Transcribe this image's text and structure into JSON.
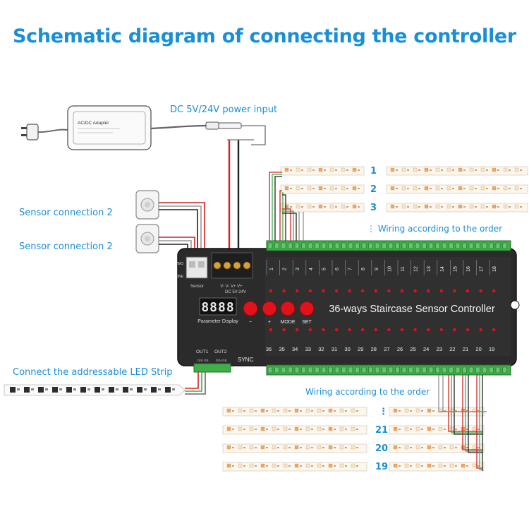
{
  "title": "Schematic diagram of connecting the controller",
  "adapter": {
    "label": "AC/DC Adapter"
  },
  "power_input_label": "DC  5V/24V power input",
  "sensor_labels": [
    "Sensor connection 2",
    "Sensor connection 2"
  ],
  "led_strip_label": "Connect the addressable LED Strip",
  "wiring_top_label": "⋮  Wiring according to the order",
  "wiring_bottom_label": "Wiring according to the order",
  "top_strip_numbers": [
    "1",
    "2",
    "3"
  ],
  "bottom_strip_numbers": [
    "⋮",
    "21",
    "20",
    "19"
  ],
  "controller": {
    "name": "36-ways Staircase Sensor Controller",
    "display_value": "8888",
    "display_caption": "Parameter Display",
    "buttons": [
      "−",
      "+",
      "MODE",
      "SET"
    ],
    "power_terminal_label": "DC  5V-24V",
    "power_terminal_pins": "V-  V-  V+  V+",
    "sensor_label": "Sensor",
    "side_labels": [
      "TWO",
      "ONE"
    ],
    "outputs": [
      "OUT1",
      "OUT2"
    ],
    "output_sub": [
      "DIN GB",
      "DIN GB"
    ],
    "sync_label": "SYNC",
    "top_channels": [
      "1",
      "2",
      "3",
      "4",
      "5",
      "6",
      "7",
      "8",
      "9",
      "10",
      "11",
      "12",
      "13",
      "14",
      "15",
      "16",
      "17",
      "18"
    ],
    "bottom_channels": [
      "36",
      "35",
      "34",
      "33",
      "32",
      "31",
      "30",
      "29",
      "28",
      "27",
      "26",
      "25",
      "24",
      "23",
      "22",
      "21",
      "20",
      "19"
    ]
  },
  "colors": {
    "accent": "#1a8fd6",
    "controller_body": "#2b2b2b",
    "terminal_green": "#3fae49",
    "button_red": "#e0121b",
    "wire_red": "#d32020"
  }
}
